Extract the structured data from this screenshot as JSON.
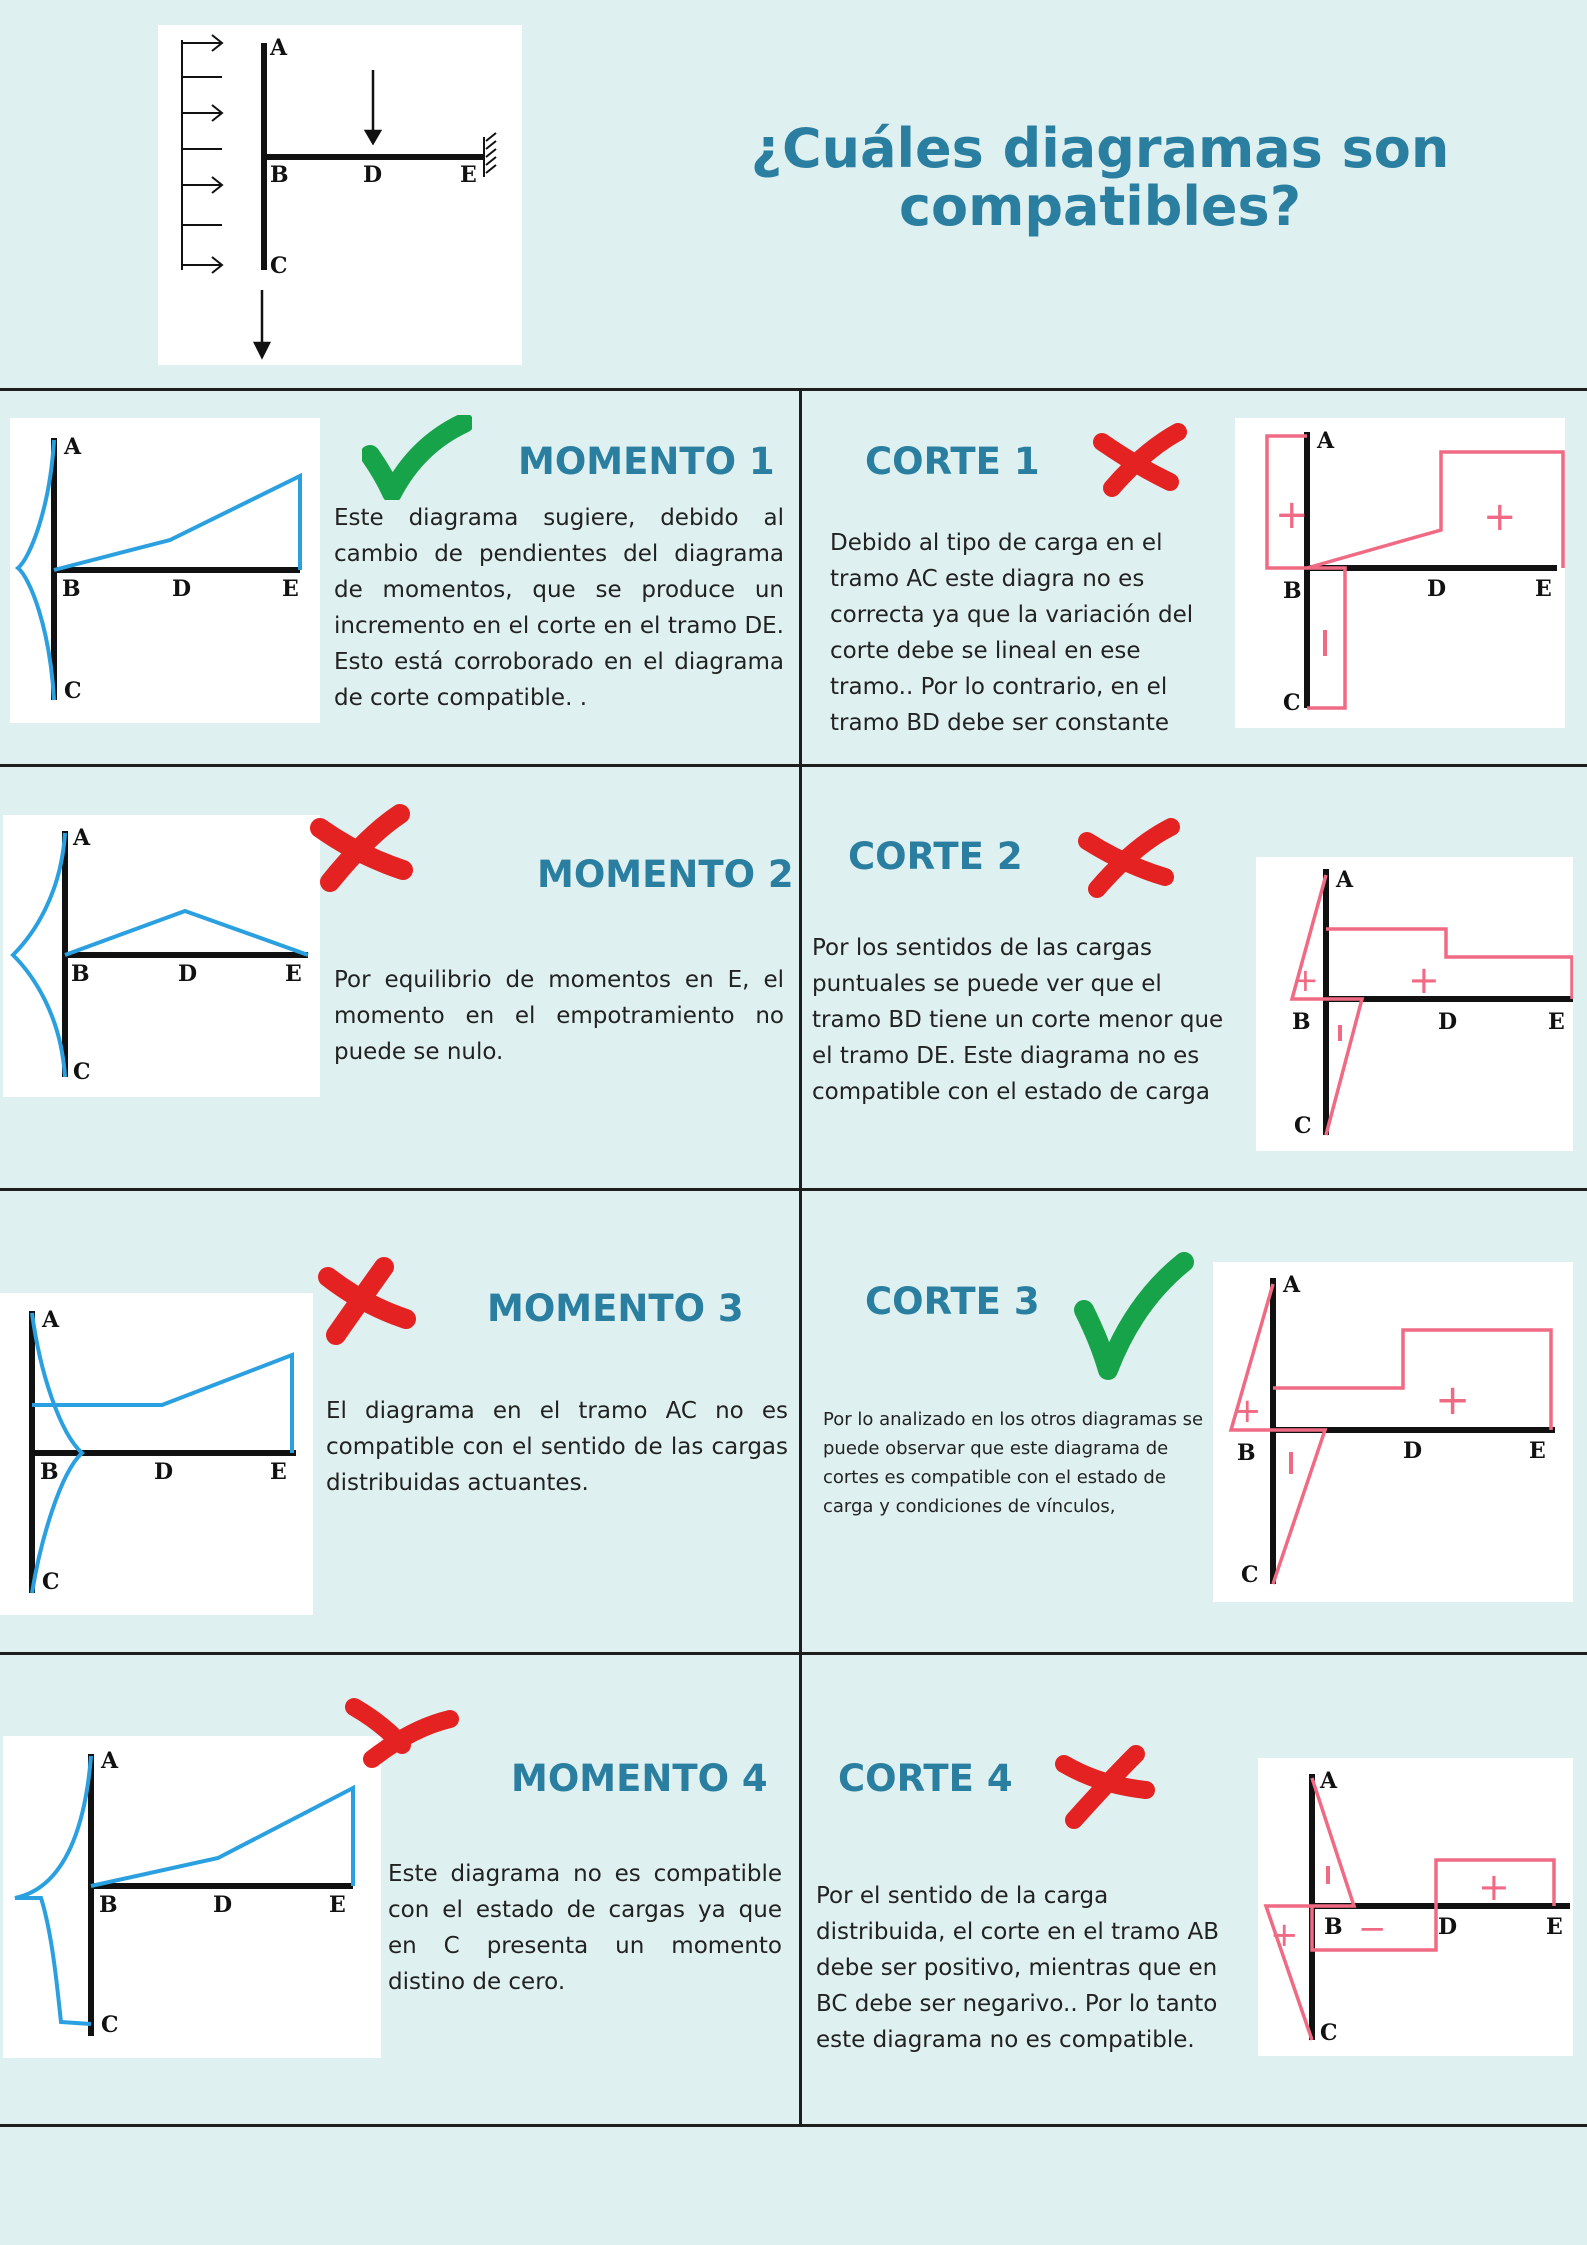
{
  "title": "¿Cuáles diagramas son compatibles?",
  "colors": {
    "background": "#dff0f0",
    "heading": "#2a7ea0",
    "moment_line": "#2aa0e0",
    "shear_line": "#f06a84",
    "check": "#17a34a",
    "cross": "#e52222"
  },
  "point_labels": {
    "a": "A",
    "b": "B",
    "c": "C",
    "d": "D",
    "e": "E"
  },
  "signs": {
    "plus": "+",
    "minus": "−"
  },
  "cells": {
    "m1": {
      "heading": "MOMENTO 1",
      "verdict": "compatible",
      "text": "Este diagrama sugiere, debido al cambio de pendientes del diagrama de momentos, que se produce un incremento en el corte en el tramo DE. Esto está corroborado en el diagrama de corte compatible. ."
    },
    "c1": {
      "heading": "CORTE 1",
      "verdict": "incompatible",
      "text": "Debido al tipo de carga en el tramo AC este diagra no es correcta ya que la variación del corte debe se lineal en ese tramo.. Por lo contrario, en el tramo BD debe ser constante"
    },
    "m2": {
      "heading": "MOMENTO 2",
      "verdict": "incompatible",
      "text": "Por equilibrio de momentos en E, el momento en el empotramiento no puede se nulo."
    },
    "c2": {
      "heading": "CORTE 2",
      "verdict": "incompatible",
      "text": "Por los sentidos de las cargas puntuales se puede ver que el tramo BD tiene un corte menor que el tramo DE. Este diagrama no es compatible con el estado de carga"
    },
    "m3": {
      "heading": "MOMENTO 3",
      "verdict": "incompatible",
      "text": "El diagrama en el tramo AC no es compatible con el sentido de las cargas distribuidas actuantes."
    },
    "c3": {
      "heading": "CORTE 3",
      "verdict": "compatible",
      "text": "Por lo analizado en los otros diagramas se puede observar que este diagrama de cortes es compatible con el estado de carga y condiciones de vínculos,"
    },
    "m4": {
      "heading": "MOMENTO 4",
      "verdict": "incompatible",
      "text": "Este diagrama no es compatible con el estado de cargas ya que en C presenta un momento distino de cero."
    },
    "c4": {
      "heading": "CORTE 4",
      "verdict": "incompatible",
      "text": "Por el sentido de la carga distribuida, el corte en el tramo AB debe ser positivo, mientras que en BC debe ser negarivo.. Por lo tanto este diagrama no es compatible."
    }
  }
}
